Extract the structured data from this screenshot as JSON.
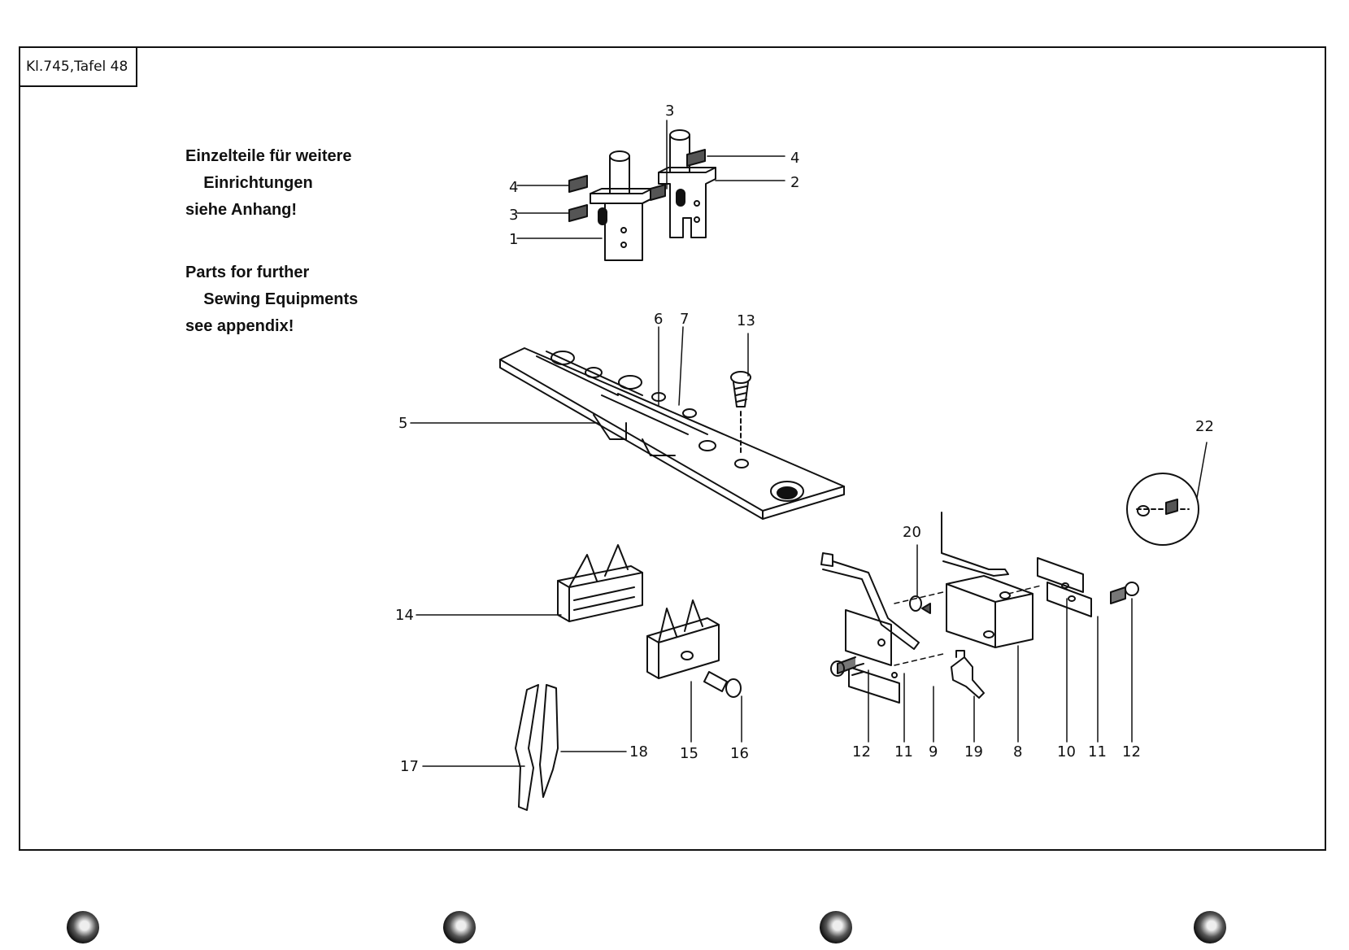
{
  "plate_tag": "Kl.745,Tafel 48",
  "note_de": [
    "Einzelteile für weitere",
    "    Einrichtungen",
    "siehe Anhang!"
  ],
  "note_en": [
    "Parts for further",
    "    Sewing Equipments",
    "see appendix!"
  ],
  "callouts": {
    "c1": "1",
    "c2": "2",
    "c3a": "3",
    "c3b": "3",
    "c4a": "4",
    "c4b": "4",
    "c5": "5",
    "c6": "6",
    "c7": "7",
    "c8": "8",
    "c9": "9",
    "c10": "10",
    "c11a": "11",
    "c11b": "11",
    "c12a": "12",
    "c12b": "12",
    "c13": "13",
    "c14": "14",
    "c15": "15",
    "c16": "16",
    "c17": "17",
    "c18": "18",
    "c19": "19",
    "c20": "20",
    "c22": "22"
  }
}
